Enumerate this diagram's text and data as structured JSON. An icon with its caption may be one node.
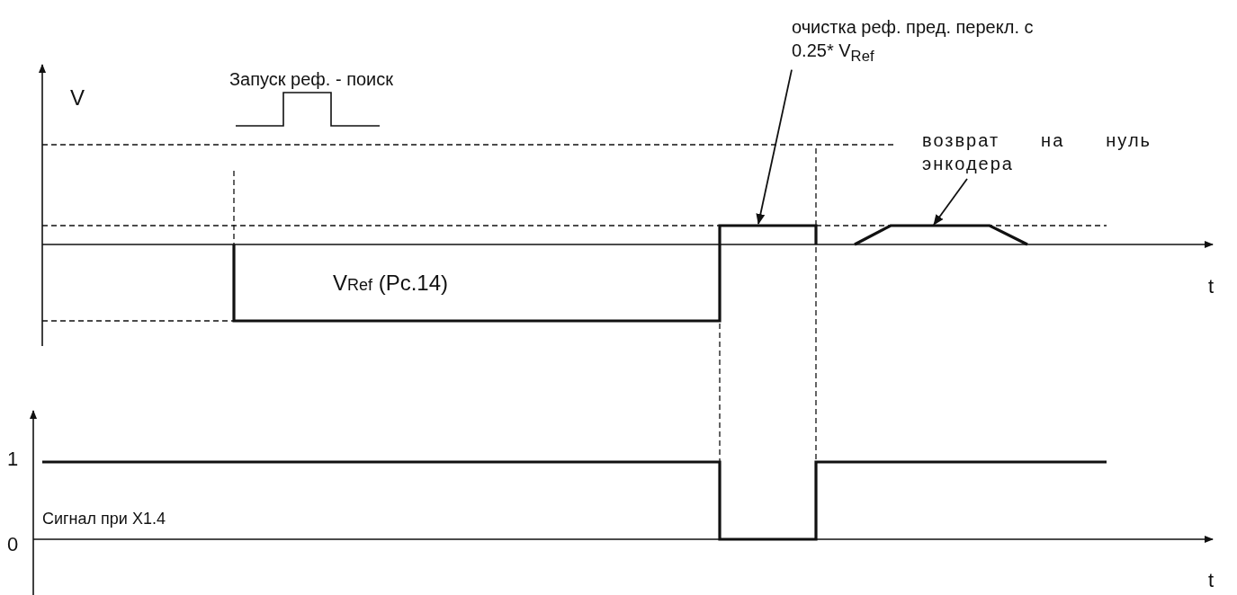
{
  "diagram": {
    "nodes": [
      {
        "text": [
          "очистка реф. пред. перекл. с 0.25* V$_{Ref}$"
        ]
      },
      {
        "text": [
          "возврат на нуль энкодера"
        ]
      },
      {
        "text": [],
        "shape": "line"
      },
      {
        "text": [],
        "shape": "line"
      }
    ],
    "edges": [
      {
        "from": 0,
        "to": 2,
        "arrow": "to"
      },
      {
        "from": 1,
        "to": 3,
        "arrow": "to"
      }
    ],
    "labels": [
      "V",
      "Запуск реф. - поиск",
      "V$_{Ref}$ (Рс.14)",
      "t",
      "1",
      "Сигнал при X1.4",
      "0",
      "t"
    ]
  }
}
